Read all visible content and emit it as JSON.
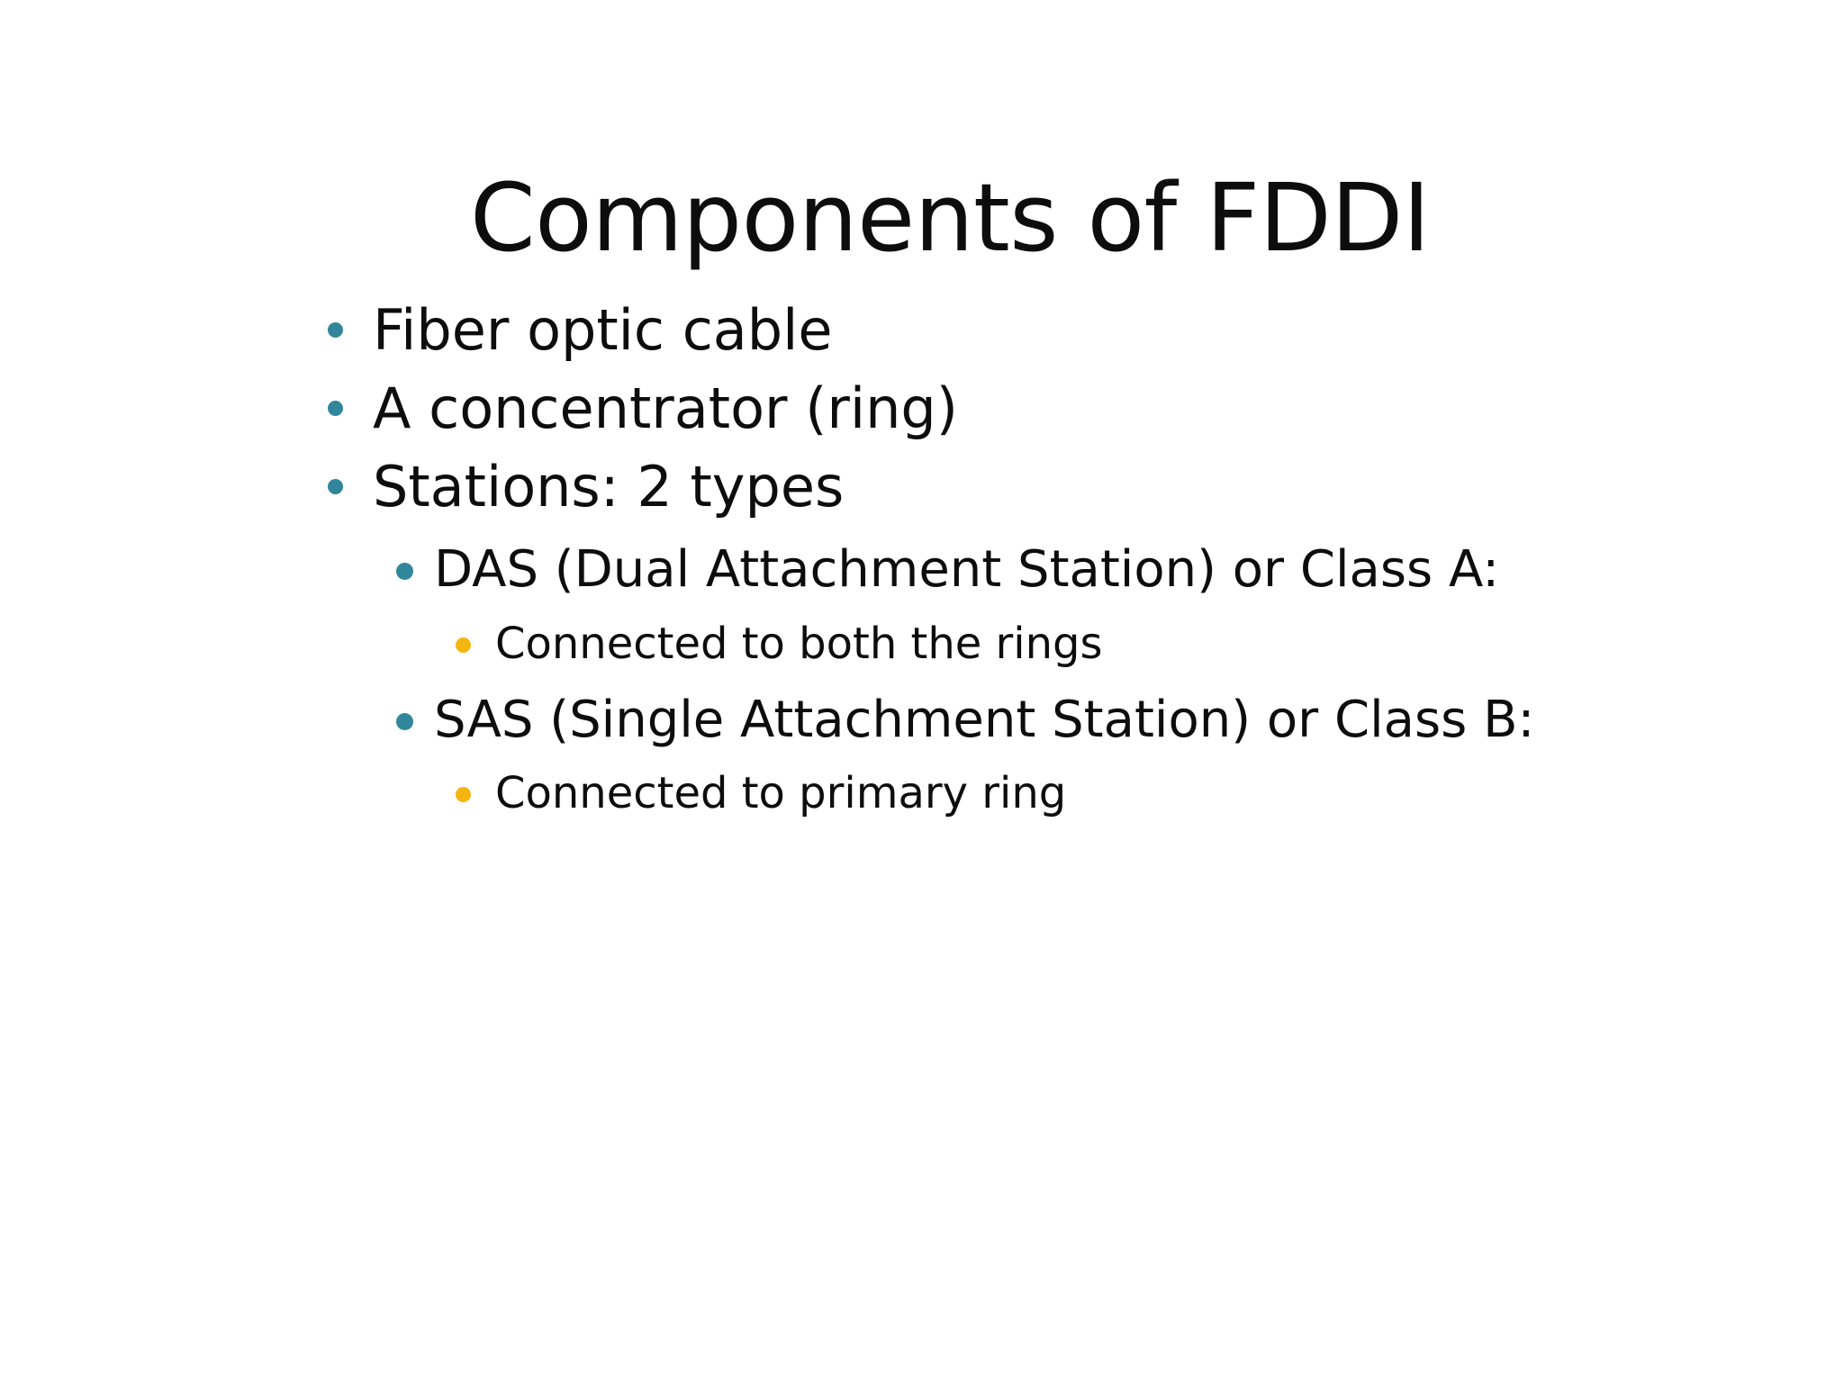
{
  "slide": {
    "background_color": "#ffffff",
    "title": "Components of FDDI",
    "bullet_colors": {
      "level1": "#31869b",
      "level2": "#31869b",
      "level3": "#f5b511"
    },
    "text_color": "#0d0d0d",
    "items": [
      {
        "level": 1,
        "text": "Fiber optic cable"
      },
      {
        "level": 1,
        "text": "A concentrator (ring)"
      },
      {
        "level": 1,
        "text": "Stations: 2 types"
      },
      {
        "level": 2,
        "text": "DAS (Dual Attachment Station) or Class A:"
      },
      {
        "level": 3,
        "text": "Connected to both the rings"
      },
      {
        "level": 2,
        "text": "SAS (Single Attachment Station) or Class B:"
      },
      {
        "level": 3,
        "text": "Connected to primary ring"
      }
    ]
  }
}
